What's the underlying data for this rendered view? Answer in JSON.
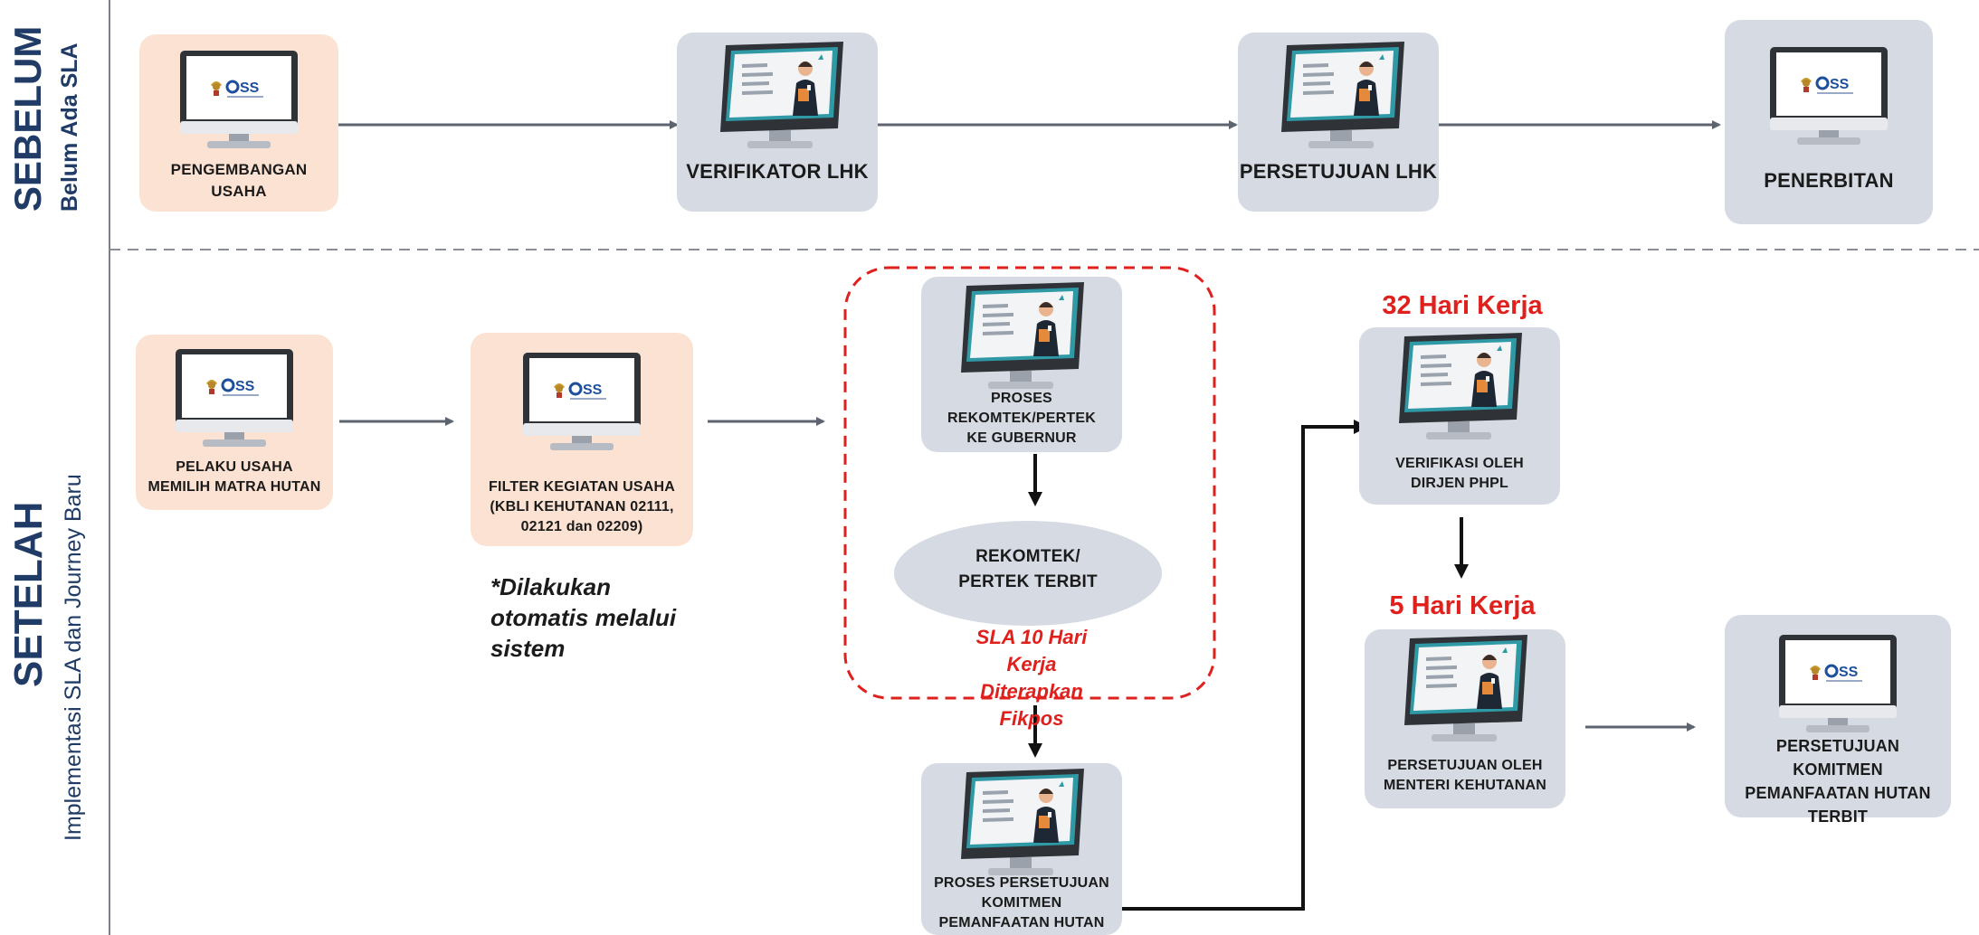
{
  "sections": {
    "before": {
      "title": "SEBELUM",
      "subtitle": "Belum Ada SLA"
    },
    "after": {
      "title": "SETELAH",
      "subtitle": "Implementasi SLA dan Journey Baru"
    }
  },
  "before_flow": {
    "step1": "PENGEMBANGAN USAHA",
    "step2": "VERIFIKATOR LHK",
    "step3": "PERSETUJUAN LHK",
    "step4": "PENERBITAN"
  },
  "after_flow": {
    "pelaku": "PELAKU USAHA MEMILIH MATRA HUTAN",
    "filter": "FILTER KEGIATAN USAHA (KBLI KEHUTANAN 02111, 02121 dan 02209)",
    "auto_note": "*Dilakukan otomatis melalui sistem",
    "proses_rekomtek": "PROSES REKOMTEK/PERTEK KE GUBERNUR",
    "rekomtek_terbit": "REKOMTEK/ PERTEK TERBIT",
    "sla_note": "SLA 10 Hari Kerja Diterapkan Fikpos",
    "proses_persetujuan": "PROSES PERSETUJUAN KOMITMEN PEMANFAATAN HUTAN",
    "days_32": "32 Hari Kerja",
    "verifikasi": "VERIFIKASI OLEH DIRJEN PHPL",
    "days_5": "5 Hari Kerja",
    "persetujuan_menteri": "PERSETUJUAN OLEH MENTERI KEHUTANAN",
    "final": "PERSETUJUAN KOMITMEN PEMANFAATAN HUTAN TERBIT"
  },
  "icons": {
    "oss_logo_text": "OSS",
    "monitor_oss": "monitor-oss-icon",
    "monitor_person": "monitor-person-icon"
  },
  "colors": {
    "peach_box": "#fbe2d2",
    "gray_box": "#d6dbe3",
    "accent_red": "#e0201c",
    "arrow_gray": "#5d6470",
    "section_blue": "#1f3b66"
  }
}
